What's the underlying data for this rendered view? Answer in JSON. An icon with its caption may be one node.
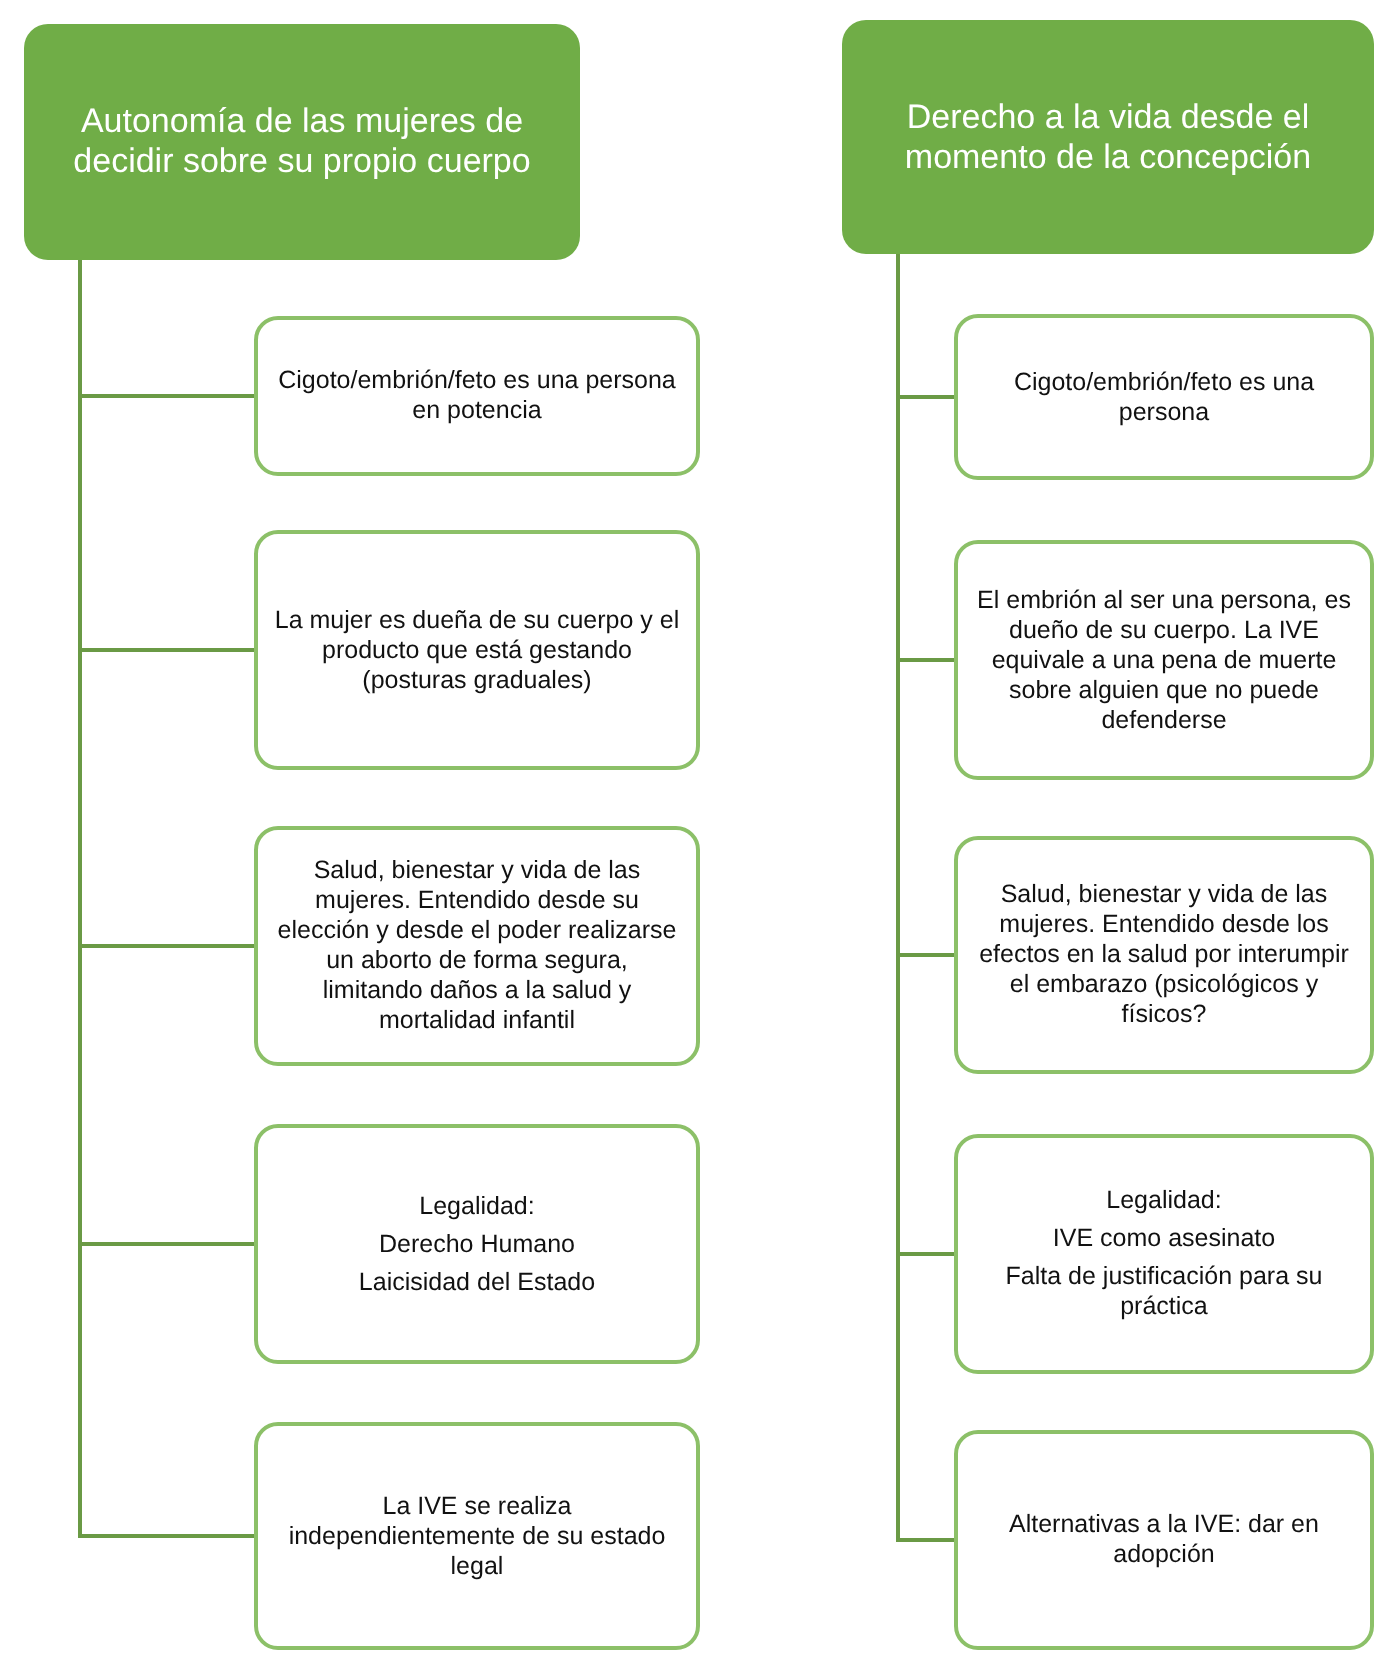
{
  "diagram": {
    "nodes": [
      {
        "text": [
          "Autonomía de las mujeres de decidir sobre su propio cuerpo"
        ]
      },
      {
        "text": [
          "Cigoto/embrión/feto es una persona en potencia"
        ]
      },
      {
        "text": [
          "La mujer es dueña de su cuerpo y el producto que está gestando (posturas graduales)"
        ]
      },
      {
        "text": [
          "Salud, bienestar y vida de las mujeres. Entendido desde su elección y desde el poder realizarse un aborto de forma segura, limitando daños a la salud y mortalidad infantil"
        ]
      },
      {
        "text": [
          "Legalidad:",
          "Derecho Humano",
          "Laicisidad del Estado"
        ]
      },
      {
        "text": [
          "La IVE se realiza independientemente de su estado legal"
        ]
      },
      {
        "text": [
          "Derecho a la vida desde el momento de la concepción"
        ]
      },
      {
        "text": [
          "Cigoto/embrión/feto es una persona"
        ]
      },
      {
        "text": [
          "El embrión al ser una persona, es dueño de su cuerpo. La IVE equivale a una pena de muerte sobre alguien que no puede defenderse"
        ]
      },
      {
        "text": [
          "Salud, bienestar y vida de las mujeres. Entendido desde los efectos en la salud por interumpir el embarazo (psicológicos y físicos?"
        ]
      },
      {
        "text": [
          "Legalidad:",
          "IVE como asesinato",
          "Falta de justificación para su práctica"
        ]
      },
      {
        "text": [
          "Alternativas a la IVE: dar en adopción"
        ]
      }
    ],
    "edges": [
      {
        "from": 0,
        "to": 1,
        "arrow": "none"
      },
      {
        "from": 0,
        "to": 2,
        "arrow": "none"
      },
      {
        "from": 0,
        "to": 3,
        "arrow": "none"
      },
      {
        "from": 0,
        "to": 4,
        "arrow": "none"
      },
      {
        "from": 0,
        "to": 5,
        "arrow": "none"
      },
      {
        "from": 6,
        "to": 7,
        "arrow": "none"
      },
      {
        "from": 6,
        "to": 8,
        "arrow": "none"
      },
      {
        "from": 6,
        "to": 9,
        "arrow": "none"
      },
      {
        "from": 6,
        "to": 10,
        "arrow": "none"
      },
      {
        "from": 6,
        "to": 11,
        "arrow": "none"
      }
    ]
  }
}
